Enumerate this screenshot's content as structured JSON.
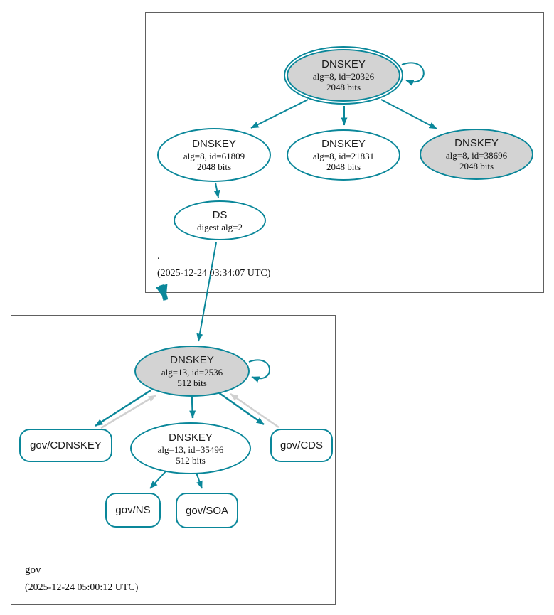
{
  "diagram": {
    "type": "dnssec-authentication-graph",
    "zones": {
      "root": {
        "name": ".",
        "timestamp": "(2025-12-24 03:34:07 UTC)"
      },
      "gov": {
        "name": "gov",
        "timestamp": "(2025-12-24 05:00:12 UTC)"
      }
    },
    "nodes": {
      "root_ksk": {
        "title": "DNSKEY",
        "detail": "alg=8, id=20326",
        "bits": "2048 bits"
      },
      "root_key_61809": {
        "title": "DNSKEY",
        "detail": "alg=8, id=61809",
        "bits": "2048 bits"
      },
      "root_key_21831": {
        "title": "DNSKEY",
        "detail": "alg=8, id=21831",
        "bits": "2048 bits"
      },
      "root_key_38696": {
        "title": "DNSKEY",
        "detail": "alg=8, id=38696",
        "bits": "2048 bits"
      },
      "root_ds": {
        "title": "DS",
        "detail": "digest alg=2"
      },
      "gov_ksk": {
        "title": "DNSKEY",
        "detail": "alg=13, id=2536",
        "bits": "512 bits"
      },
      "gov_zsk": {
        "title": "DNSKEY",
        "detail": "alg=13, id=35496",
        "bits": "512 bits"
      },
      "gov_cdnskey": {
        "label": "gov/CDNSKEY"
      },
      "gov_cds": {
        "label": "gov/CDS"
      },
      "gov_ns": {
        "label": "gov/NS"
      },
      "gov_soa": {
        "label": "gov/SOA"
      }
    },
    "colors": {
      "edge_teal": "#0a879a",
      "node_fill_gray": "#d3d3d3",
      "edge_gray": "#d0d0d0",
      "cluster_border": "#606060"
    }
  }
}
